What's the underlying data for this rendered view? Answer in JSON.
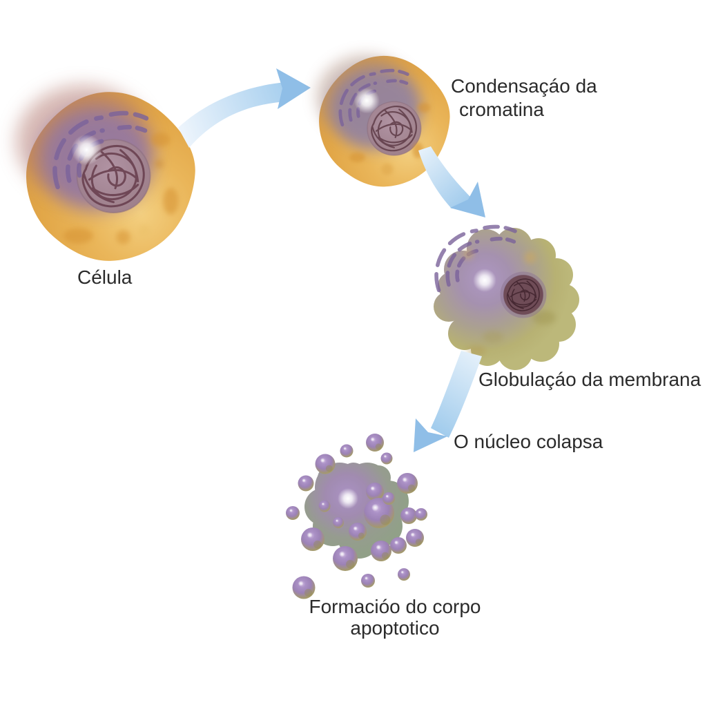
{
  "diagram": {
    "subject": "apoptosis-stages"
  },
  "labels": {
    "celula": "Célula",
    "condensacao_line1": "Condensaçáo da",
    "condensacao_line2": "cromatina",
    "globulacao": "Globulaçáo da membrana",
    "nucleo": "O núcleo colapsa",
    "formacao_line1": "Formacióo do corpo",
    "formacao_line2": "apoptotico"
  },
  "palette": {
    "background": "#ffffff",
    "text": "#2b2b2b",
    "arrow_head": "#8fbee7",
    "arrow_blue_light": "#e9f3fb",
    "cell_orange": "#e6ac4c",
    "cell_rose": "#b0756a",
    "cell_purple": "#8c74ac",
    "nucleus_mauve": "#a0828f",
    "chromatin_maroon": "#6a4150",
    "er_dash_purple": "#7b639b",
    "membrane_olive": "#b9b46e",
    "bubble_purple": "#9c82b6",
    "bubble_olive": "#b0ab67",
    "cluster_green": "#8e9d85"
  }
}
